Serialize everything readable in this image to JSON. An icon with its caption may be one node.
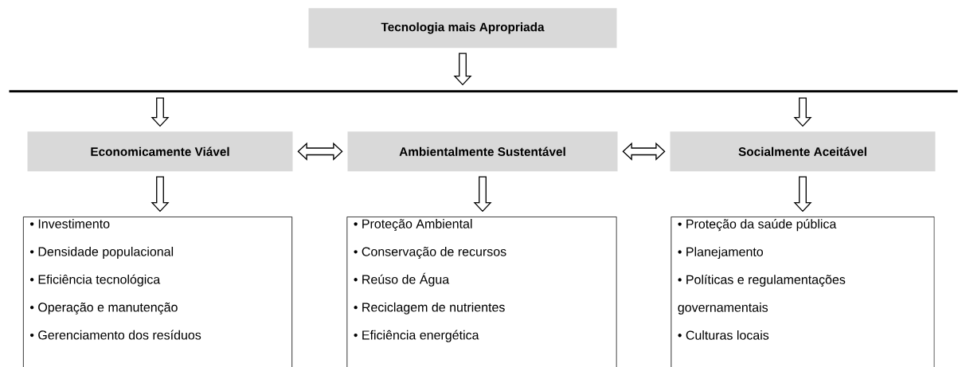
{
  "diagram": {
    "nodes": [
      {
        "text": [
          "Tecnologia mais Apropriada"
        ]
      },
      {
        "text": [],
        "shape": "bar"
      },
      {
        "text": [
          "Economicamente Viável"
        ]
      },
      {
        "text": [
          "Ambientalmente Sustentável"
        ]
      },
      {
        "text": [
          "Socialmente Aceitável"
        ]
      },
      {
        "text": [
          "• Investimento",
          "• Densidade populacional",
          "• Eficiência tecnológica",
          "• Operação e manutenção",
          "• Gerenciamento dos resíduos"
        ]
      },
      {
        "text": [
          "• Proteção Ambiental",
          "• Conservação de recursos",
          "• Reúso de Água",
          "• Reciclagem de nutrientes",
          "• Eficiência energética"
        ]
      },
      {
        "text": [
          "• Proteção da saúde pública",
          "• Planejamento",
          "• Políticas e regulamentações governamentais",
          "• Culturas locais"
        ]
      }
    ],
    "edges": [
      {
        "from": 0,
        "to": 1,
        "arrow": "to"
      },
      {
        "from": 1,
        "to": 2,
        "arrow": "to"
      },
      {
        "from": 1,
        "to": 4,
        "arrow": "to"
      },
      {
        "from": 2,
        "to": 3,
        "arrow": "both"
      },
      {
        "from": 3,
        "to": 4,
        "arrow": "both"
      },
      {
        "from": 2,
        "to": 5,
        "arrow": "to"
      },
      {
        "from": 3,
        "to": 6,
        "arrow": "to"
      },
      {
        "from": 4,
        "to": 7,
        "arrow": "to"
      }
    ]
  }
}
